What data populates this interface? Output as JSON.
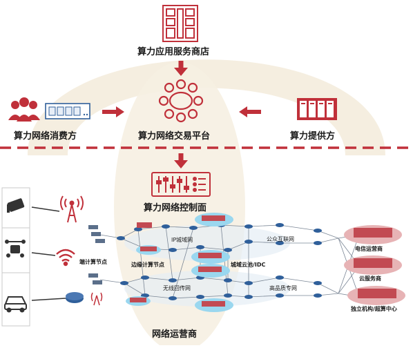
{
  "title": {
    "app_store": "算力应用服务商店",
    "consumer": "算力网络消费方",
    "trading_platform": "算力网络交易平台",
    "provider": "算力提供方",
    "control_plane": "算力网络控制面",
    "operator": "网络运营商"
  },
  "network": {
    "ip_metro": "IP城域网",
    "public_internet": "公众互联网",
    "wireless_backhaul": "无线回传网",
    "premium_private": "高品质专网",
    "metro_cloud_idc": "城域云池/IDC",
    "edge_node": "边缘计算节点",
    "device_node": "端计算节点"
  },
  "providers": {
    "telecom": "电信运营商",
    "cloud": "云服务商",
    "supercomputing": "独立机构/超算中心"
  },
  "colors": {
    "accent": "#c0303a",
    "arc": "#f3ebdb",
    "router": "#2f5f9a",
    "cloud": "#9ad7ef"
  }
}
